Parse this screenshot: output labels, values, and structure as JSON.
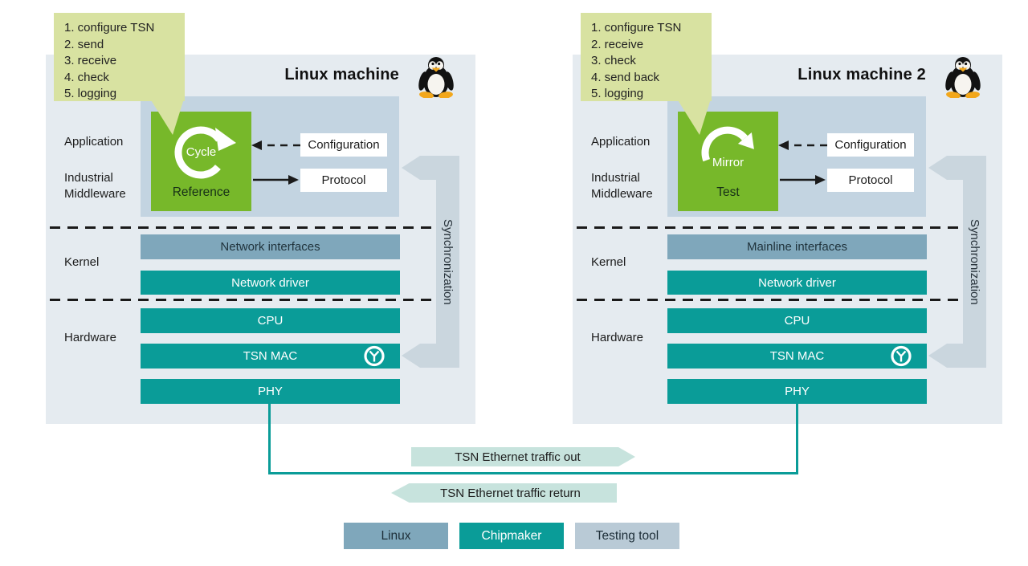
{
  "machines": [
    {
      "title": "Linux machine",
      "callout": [
        "1. configure TSN",
        "2. send",
        "3. receive",
        "4. check",
        "5. logging"
      ],
      "application_label": "Application",
      "middleware_label_1": "Industrial",
      "middleware_label_2": "Middleware",
      "kernel_label": "Kernel",
      "hardware_label": "Hardware",
      "green_box": {
        "icon": "cycle-arrow-icon",
        "label": "Cycle",
        "sublabel": "Reference"
      },
      "configuration_label": "Configuration",
      "protocol_label": "Protocol",
      "rows": [
        "Network interfaces",
        "Network driver",
        "CPU",
        "TSN MAC",
        "PHY"
      ],
      "sync_label": "Synchronization",
      "icons": [
        "tux-icon",
        "clock-icon"
      ]
    },
    {
      "title": "Linux machine 2",
      "callout": [
        "1. configure TSN",
        "2. receive",
        "3. check",
        "4. send back",
        "5. logging"
      ],
      "application_label": "Application",
      "middleware_label_1": "Industrial",
      "middleware_label_2": "Middleware",
      "kernel_label": "Kernel",
      "hardware_label": "Hardware",
      "green_box": {
        "icon": "mirror-arrow-icon",
        "label": "Mirror",
        "sublabel": "Test"
      },
      "configuration_label": "Configuration",
      "protocol_label": "Protocol",
      "rows": [
        "Mainline interfaces",
        "Network driver",
        "CPU",
        "TSN MAC",
        "PHY"
      ],
      "sync_label": "Synchronization",
      "icons": [
        "tux-icon",
        "clock-icon"
      ]
    }
  ],
  "traffic": {
    "out_label": "TSN Ethernet traffic out",
    "return_label": "TSN Ethernet traffic return"
  },
  "legend": [
    {
      "label": "Linux",
      "color": "#7fa7bb"
    },
    {
      "label": "Chipmaker",
      "color": "#0a9c98"
    },
    {
      "label": "Testing tool",
      "color": "#b9cad6"
    }
  ],
  "colors": {
    "machine_bg": "#e5ebf0",
    "app_panel": "#c3d4e1",
    "green": "#77b82a",
    "teal": "#0a9c98",
    "steel": "#7fa7bb",
    "callout_bg": "#d8e2a1",
    "sync_arrow": "#cad6de",
    "traffic_arrow": "#c7e3dd"
  }
}
